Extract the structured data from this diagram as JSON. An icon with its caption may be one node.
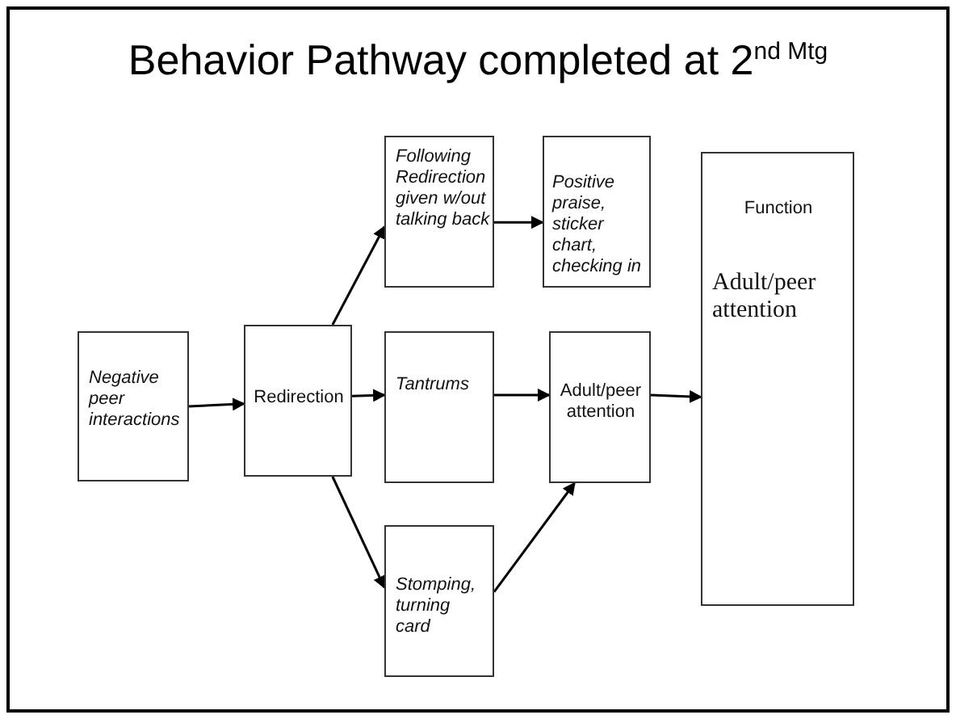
{
  "diagram": {
    "title": "Behavior Pathway completed at 2$^{nd Mtg}$",
    "nodes": [
      {
        "text": [
          "Negative peer interactions"
        ]
      },
      {
        "text": [
          "Redirection"
        ]
      },
      {
        "text": [
          "Following Redirection given w/out talking back"
        ]
      },
      {
        "text": [
          "Tantrums"
        ]
      },
      {
        "text": [
          "Positive praise, sticker chart, checking in"
        ]
      },
      {
        "text": [
          "Adult/peer attention"
        ]
      },
      {
        "text": [
          "Function",
          "Adult/peer attention"
        ]
      },
      {
        "text": [
          "Stomping, turning card"
        ]
      }
    ],
    "edges": [
      {
        "from": 0,
        "to": 1,
        "arrow": "to"
      },
      {
        "from": 1,
        "to": 2,
        "arrow": "to"
      },
      {
        "from": 1,
        "to": 3,
        "arrow": "to"
      },
      {
        "from": 2,
        "to": 4,
        "arrow": "to"
      },
      {
        "from": 3,
        "to": 5,
        "arrow": "to"
      },
      {
        "from": 5,
        "to": 6,
        "arrow": "to"
      },
      {
        "from": 1,
        "to": 7,
        "arrow": "to"
      },
      {
        "from": 7,
        "to": 5,
        "arrow": "to"
      }
    ]
  }
}
